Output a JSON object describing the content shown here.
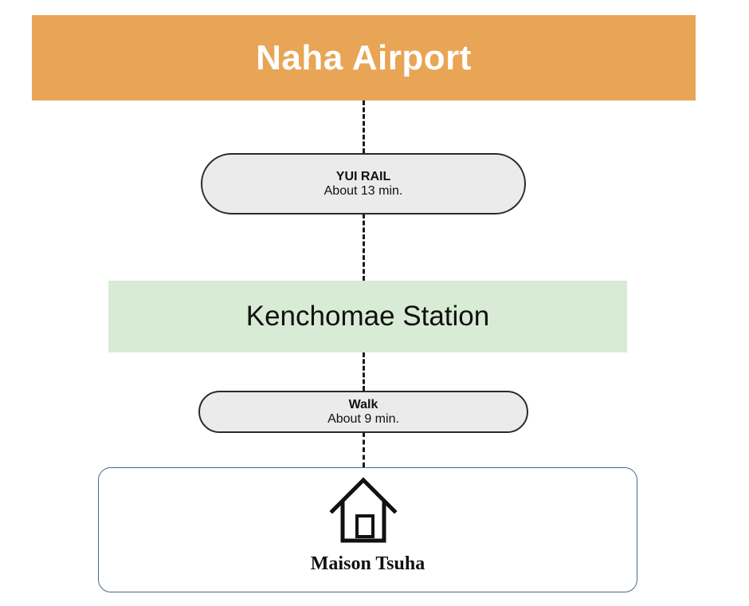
{
  "origin": {
    "title": "Naha Airport",
    "color": "#e8a555"
  },
  "legs": [
    {
      "mode": "YUI RAIL",
      "duration": "About 13 min."
    },
    {
      "mode": "Walk",
      "duration": "About 9 min."
    }
  ],
  "station": {
    "name": "Kenchomae Station",
    "color": "#d8ebd4"
  },
  "destination": {
    "name": "Maison Tsuha",
    "icon": "house-icon"
  }
}
